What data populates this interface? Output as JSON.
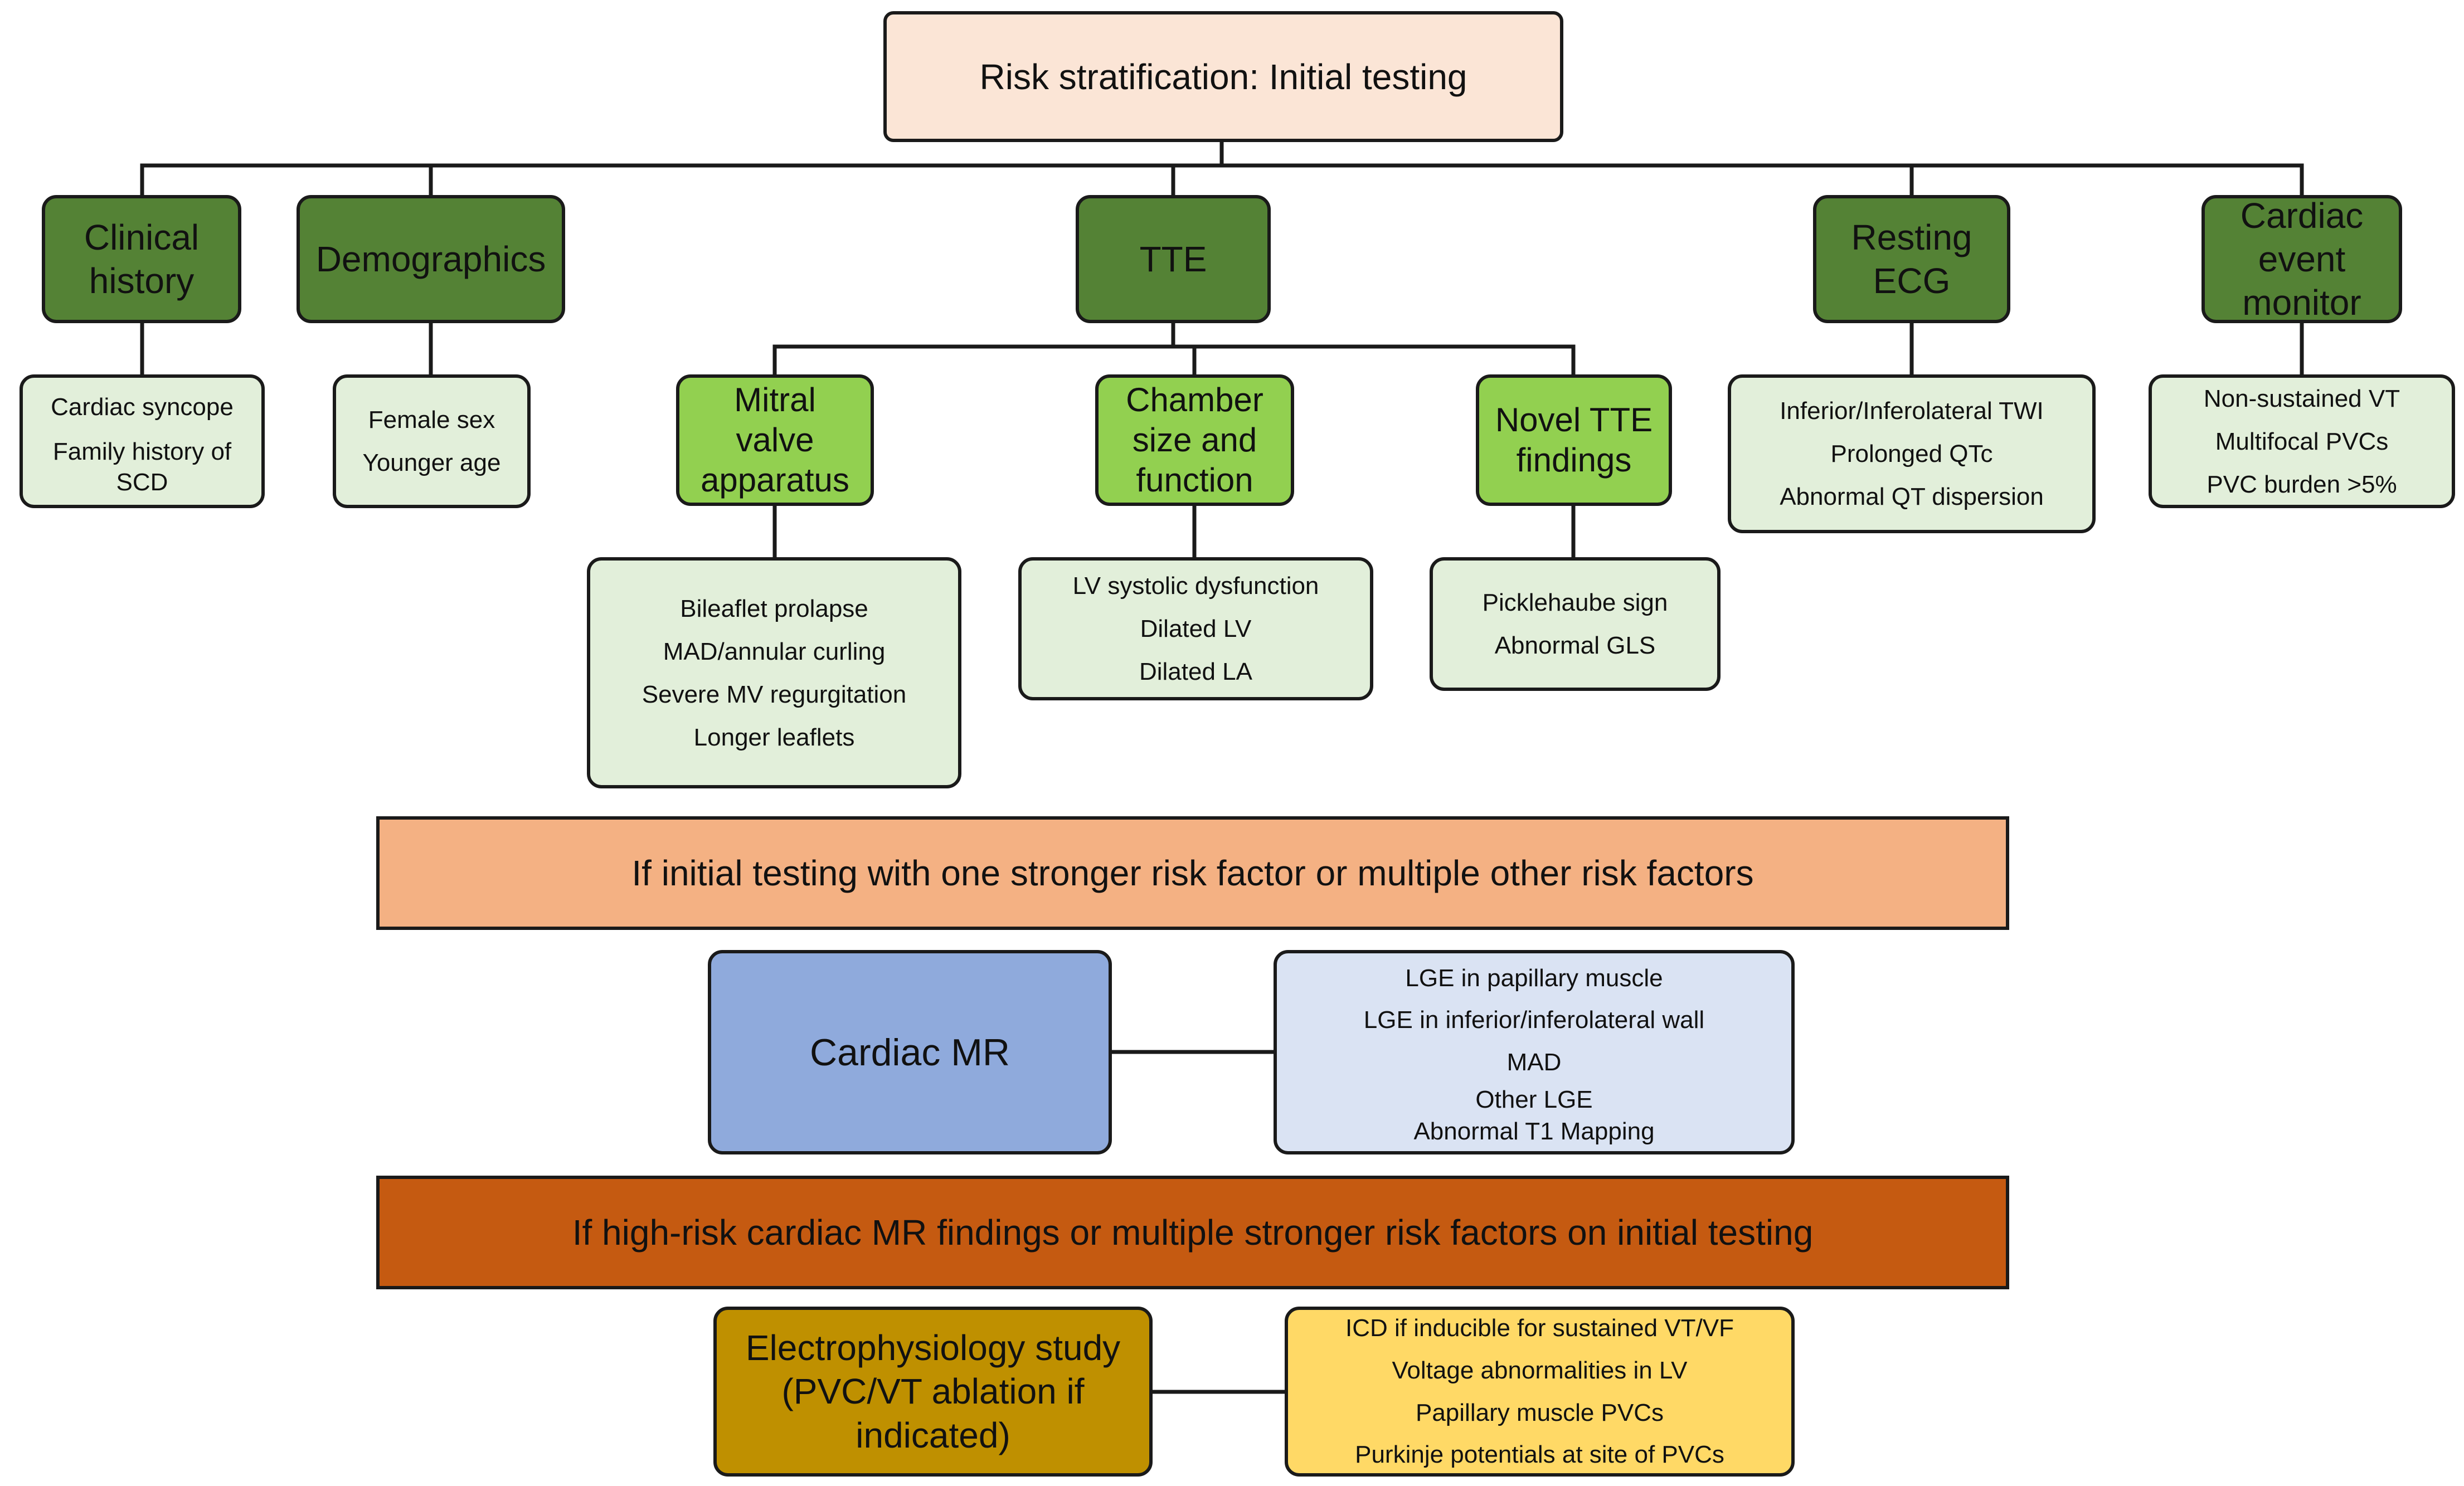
{
  "title": "Risk stratification: Initial testing",
  "categories": [
    {
      "label": [
        "Clinical",
        "history"
      ],
      "items": [
        "Cardiac syncope",
        "Family history of",
        "SCD"
      ]
    },
    {
      "label": [
        "Demographics"
      ],
      "items": [
        "Female sex",
        "Younger age"
      ]
    },
    {
      "label": [
        "TTE"
      ]
    },
    {
      "label": [
        "Resting",
        "ECG"
      ],
      "items": [
        "Inferior/Inferolateral TWI",
        "Prolonged QTc",
        "Abnormal QT dispersion"
      ]
    },
    {
      "label": [
        "Cardiac",
        "event",
        "monitor"
      ],
      "items": [
        "Non-sustained VT",
        "Multifocal PVCs",
        "PVC burden >5%"
      ]
    }
  ],
  "tte_sub": [
    {
      "label": [
        "Mitral",
        "valve",
        "apparatus"
      ],
      "items": [
        "Bileaflet prolapse",
        "MAD/annular curling",
        "Severe MV regurgitation",
        "Longer leaflets"
      ]
    },
    {
      "label": [
        "Chamber",
        "size and",
        "function"
      ],
      "items": [
        "LV systolic dysfunction",
        "Dilated LV",
        "Dilated LA"
      ]
    },
    {
      "label": [
        "Novel TTE",
        "findings"
      ],
      "items": [
        "Picklehaube sign",
        "Abnormal GLS"
      ]
    }
  ],
  "band1": "If initial testing with one stronger risk factor or multiple other risk factors",
  "cardiac_mr": {
    "label": "Cardiac MR",
    "items": [
      "LGE in papillary muscle",
      "LGE in inferior/inferolateral wall",
      "MAD",
      "Other LGE",
      "Abnormal T1 Mapping"
    ]
  },
  "band2": "If high-risk cardiac MR findings or multiple stronger risk factors on initial testing",
  "ep_study": {
    "label": [
      "Electrophysiology study",
      "(PVC/VT ablation if",
      "indicated)"
    ],
    "items": [
      "ICD if inducible for sustained VT/VF",
      "Voltage abnormalities in LV",
      "Papillary muscle PVCs",
      "Purkinje potentials at site of PVCs"
    ]
  },
  "colors": {
    "title_fill": "#fbe5d6",
    "category_fill": "#548235",
    "sub_fill": "#92d050",
    "item_fill": "#e2efda",
    "band1_fill": "#f4b183",
    "band2_fill": "#c55a11",
    "mr_fill": "#8faadc",
    "mr_items_fill": "#dae3f3",
    "ep_fill": "#bf9000",
    "ep_items_fill": "#ffd966"
  }
}
